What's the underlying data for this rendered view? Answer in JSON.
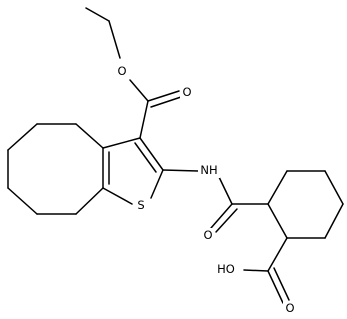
{
  "atoms": {
    "o_ester_single": "O",
    "o_ester_double": "O",
    "nh": "NH",
    "s": "S",
    "o_amide": "O",
    "oh": "HO",
    "o_acid": "O"
  }
}
